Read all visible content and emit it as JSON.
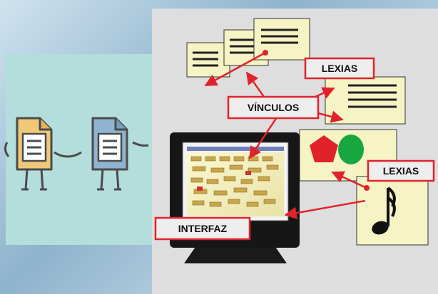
{
  "labels": {
    "lexias_top": "LEXIAS",
    "vinculos": "VÍNCULOS",
    "lexias_right": "LEXIAS",
    "interfaz": "INTERFAZ"
  },
  "icons": {
    "left_document": "document-icon",
    "right_document": "document-icon",
    "monitor": "monitor-icon",
    "music_note": "music-note-icon"
  },
  "colors": {
    "label_border": "#e0232b",
    "arrow": "#e0232b",
    "card": "#f6f3c4",
    "left_panel": "#b3dedb",
    "right_panel": "#dedede",
    "pentagon": "#e0232b",
    "circle": "#17a640"
  }
}
